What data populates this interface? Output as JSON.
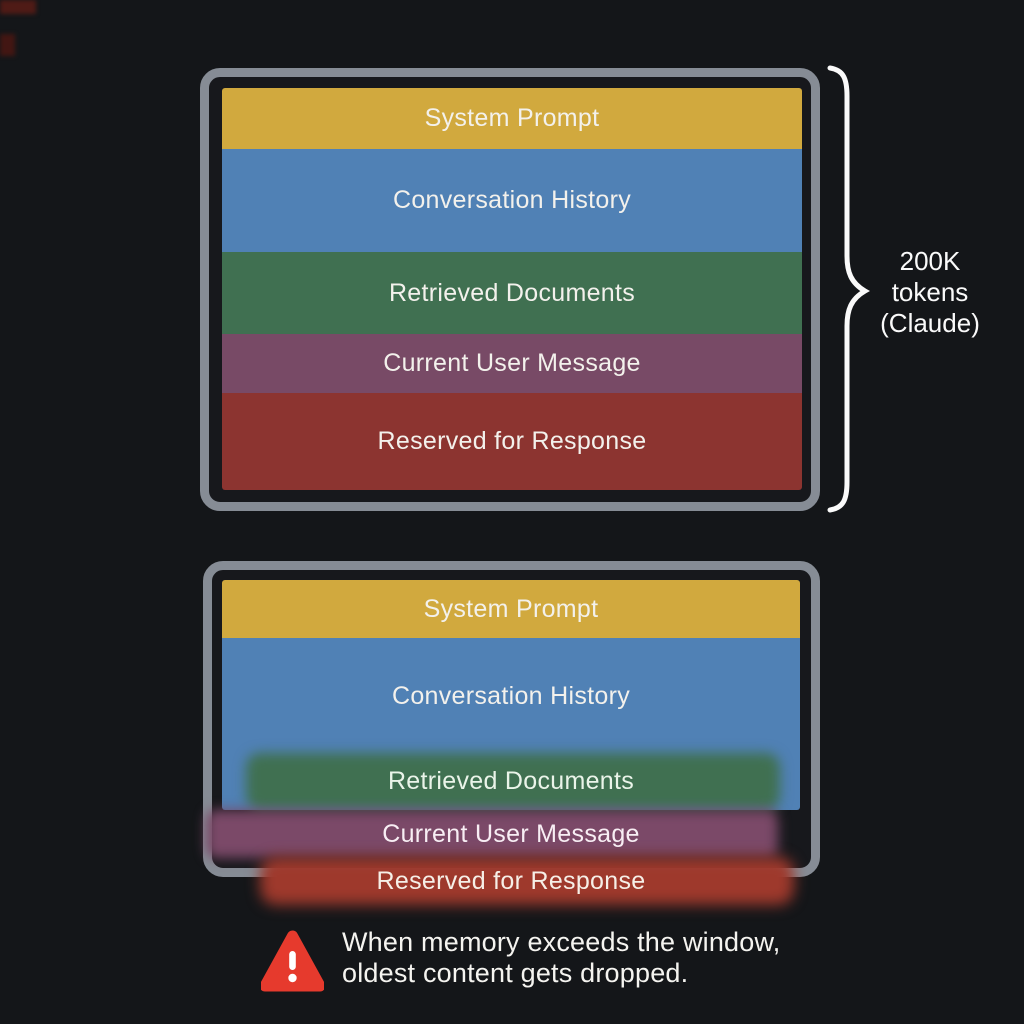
{
  "top_diagram": {
    "bands": [
      {
        "label": "System Prompt",
        "color": "#d1a93e"
      },
      {
        "label": "Conversation History",
        "color": "#5081b5"
      },
      {
        "label": "Retrieved Documents",
        "color": "#407051"
      },
      {
        "label": "Current User Message",
        "color": "#784a66"
      },
      {
        "label": "Reserved for Response",
        "color": "#8c3430"
      }
    ],
    "capacity_label": {
      "line1": "200K",
      "line2": "tokens",
      "line3": "(Claude)"
    }
  },
  "bottom_diagram": {
    "bands": [
      {
        "label": "System Prompt",
        "color": "#d1a93e"
      },
      {
        "label": "Conversation History",
        "color": "#5081b5"
      },
      {
        "label": "Retrieved Documents",
        "color": "#407051"
      },
      {
        "label": "Current User Message",
        "color": "#7b4968"
      },
      {
        "label": "Reserved for Response",
        "color": "#9e392c"
      }
    ]
  },
  "warning": {
    "line1": "When memory exceeds the window,",
    "line2": "oldest content gets dropped."
  },
  "colors": {
    "background": "#141619",
    "window_border": "#868c95",
    "window_fill": "#17181c",
    "label_text": "#f3f1ec",
    "brace": "#fafafa",
    "warning_icon": "#e63a2d"
  },
  "icons": {
    "brace": "curly-brace",
    "warning": "warning-triangle"
  }
}
